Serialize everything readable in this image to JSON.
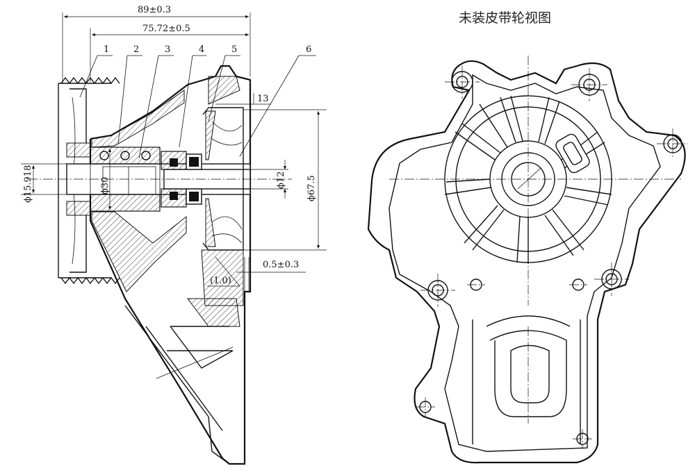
{
  "title": "未装皮带轮视图",
  "dimensions": {
    "overall_length": "89±0.3",
    "flange_length": "75.72±0.5",
    "dim_13": "13",
    "dim_offset": "0.5±0.3",
    "dim_ref": "(1.0)",
    "shaft_dia_pulley": "ϕ15.918",
    "bearing_dia": "ϕ30",
    "shaft_dia": "ϕ12",
    "impeller_dia": "ϕ67.5"
  },
  "part_callouts": [
    "1",
    "2",
    "3",
    "4",
    "5",
    "6"
  ]
}
